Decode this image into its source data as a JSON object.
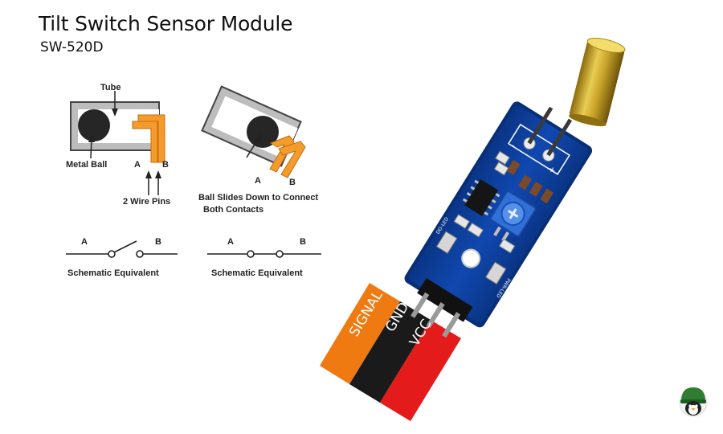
{
  "title": "Tilt Switch Sensor Module",
  "subtitle": "SW-520D",
  "diagram": {
    "tube_label": "Tube",
    "ball_label": "Metal Ball",
    "pin_a": "A",
    "pin_b": "B",
    "wire_pins_label": "2 Wire Pins",
    "slide_label_line1": "Ball Slides Down to Connect",
    "slide_label_line2": "Both Contacts",
    "schematic_label": "Schematic Equivalent"
  },
  "module": {
    "pin_labels": [
      "SIGNAL",
      "GND",
      "VCC"
    ],
    "pin_colors": [
      "#f07a12",
      "#1a1a1a",
      "#e31b1b"
    ],
    "pcb_color": "#0c3f9e",
    "board_minus": "-",
    "board_plus": "+",
    "do_led_text": "DO-LED",
    "pwr_led_text": "PWR-LED"
  },
  "logo": {
    "icon": "penguin-mascot-icon"
  }
}
